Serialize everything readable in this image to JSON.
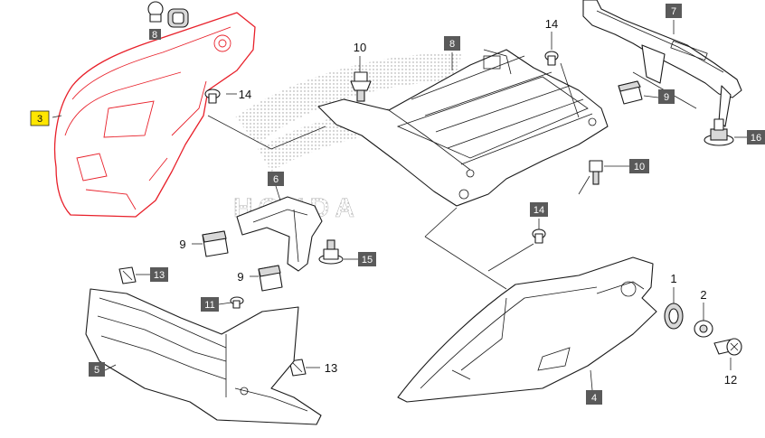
{
  "diagram": {
    "brand_watermark": "HONDA",
    "highlight_color": "#e8202a",
    "highlight_label_color": "#ffe600",
    "callouts": [
      {
        "id": "c3",
        "label": "3",
        "style": "highlight"
      },
      {
        "id": "c8a",
        "label": "8",
        "style": "box"
      },
      {
        "id": "c10a",
        "label": "10",
        "style": "plain"
      },
      {
        "id": "c14a",
        "label": "14",
        "style": "plain"
      },
      {
        "id": "c8b",
        "label": "8",
        "style": "box"
      },
      {
        "id": "c14b",
        "label": "14",
        "style": "plain"
      },
      {
        "id": "c7",
        "label": "7",
        "style": "box"
      },
      {
        "id": "c9a",
        "label": "9",
        "style": "box"
      },
      {
        "id": "c16",
        "label": "16",
        "style": "box"
      },
      {
        "id": "c10b",
        "label": "10",
        "style": "box"
      },
      {
        "id": "c6",
        "label": "6",
        "style": "box"
      },
      {
        "id": "c14c",
        "label": "14",
        "style": "box"
      },
      {
        "id": "c9b",
        "label": "9",
        "style": "plain"
      },
      {
        "id": "c15",
        "label": "15",
        "style": "box"
      },
      {
        "id": "c9c",
        "label": "9",
        "style": "plain"
      },
      {
        "id": "c13a",
        "label": "13",
        "style": "box"
      },
      {
        "id": "c11",
        "label": "11",
        "style": "box"
      },
      {
        "id": "c1",
        "label": "1",
        "style": "plain"
      },
      {
        "id": "c2",
        "label": "2",
        "style": "plain"
      },
      {
        "id": "c12",
        "label": "12",
        "style": "plain"
      },
      {
        "id": "c5",
        "label": "5",
        "style": "box"
      },
      {
        "id": "c13b",
        "label": "13",
        "style": "plain"
      },
      {
        "id": "c4",
        "label": "4",
        "style": "box"
      }
    ]
  }
}
